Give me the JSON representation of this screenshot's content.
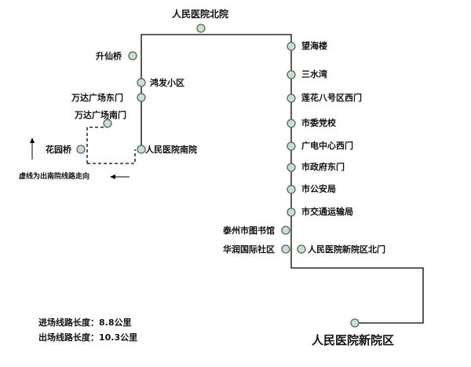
{
  "colors": {
    "line": "#000000",
    "station_fill": "#c9dfd0",
    "station_stroke": "#52675a"
  },
  "stations": {
    "north": "人民医院北院",
    "wanghailou": "望海楼",
    "sanshuiwan": "三水湾",
    "lianhua": "莲花八号区西门",
    "shiwei": "市委党校",
    "guangdian": "广电中心西门",
    "shizhengfu": "市政府东门",
    "shigongan": "市公安局",
    "shijiaotong": "市交通运输局",
    "tushuguan": "泰州市图书馆",
    "huarun": "华润国际社区",
    "newbei": "人民医院新院区北门",
    "newcampus": "人民医院新院区",
    "shengxian": "升仙桥",
    "hongfa": "鸿发小区",
    "wandadong": "万达广场东门",
    "wandanan": "万达广场南门",
    "south": "人民医院南院",
    "huayuan": "花园桥"
  },
  "legend": {
    "dashed_note": "虚线为出南院线路走向"
  },
  "stats": {
    "inbound": "进场线路长度：8.8公里",
    "outbound": "出场线路长度：10.3公里"
  }
}
